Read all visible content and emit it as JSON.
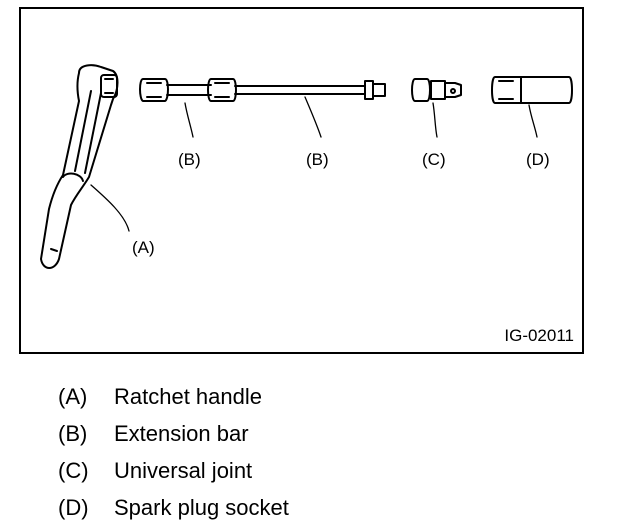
{
  "figure": {
    "id_label": "IG-02011",
    "callouts": {
      "handle": "(A)",
      "bar_left": "(B)",
      "bar_right": "(B)",
      "joint": "(C)",
      "socket": "(D)"
    }
  },
  "legend": [
    {
      "key": "(A)",
      "text": "Ratchet handle"
    },
    {
      "key": "(B)",
      "text": "Extension bar"
    },
    {
      "key": "(C)",
      "text": "Universal joint"
    },
    {
      "key": "(D)",
      "text": "Spark plug socket"
    }
  ]
}
